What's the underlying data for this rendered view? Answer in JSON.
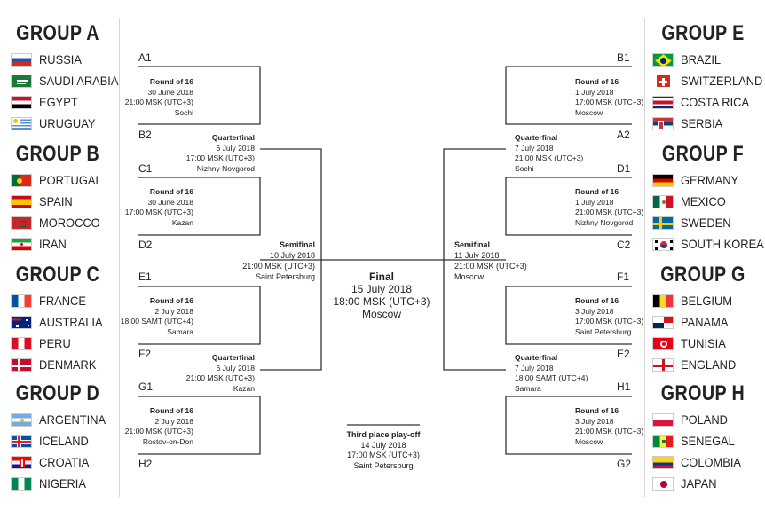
{
  "groups": {
    "a": {
      "title": "GROUP A",
      "teams": [
        "RUSSIA",
        "SAUDI ARABIA",
        "EGYPT",
        "URUGUAY"
      ]
    },
    "b": {
      "title": "GROUP B",
      "teams": [
        "PORTUGAL",
        "SPAIN",
        "MOROCCO",
        "IRAN"
      ]
    },
    "c": {
      "title": "GROUP C",
      "teams": [
        "FRANCE",
        "AUSTRALIA",
        "PERU",
        "DENMARK"
      ]
    },
    "d": {
      "title": "GROUP D",
      "teams": [
        "ARGENTINA",
        "ICELAND",
        "CROATIA",
        "NIGERIA"
      ]
    },
    "e": {
      "title": "GROUP E",
      "teams": [
        "BRAZIL",
        "SWITZERLAND",
        "COSTA RICA",
        "SERBIA"
      ]
    },
    "f": {
      "title": "GROUP F",
      "teams": [
        "GERMANY",
        "MEXICO",
        "SWEDEN",
        "SOUTH KOREA"
      ]
    },
    "g": {
      "title": "GROUP G",
      "teams": [
        "BELGIUM",
        "PANAMA",
        "TUNISIA",
        "ENGLAND"
      ]
    },
    "h": {
      "title": "GROUP H",
      "teams": [
        "POLAND",
        "SENEGAL",
        "COLOMBIA",
        "JAPAN"
      ]
    }
  },
  "slots": {
    "left": [
      "A1",
      "B2",
      "C1",
      "D2",
      "E1",
      "F2",
      "G1",
      "H2"
    ],
    "right": [
      "B1",
      "A2",
      "D1",
      "C2",
      "F1",
      "E2",
      "H1",
      "G2"
    ]
  },
  "matches": {
    "r16_l1": {
      "title": "Round of 16",
      "date": "30 June 2018",
      "time": "21:00 MSK (UTC+3)",
      "venue": "Sochi"
    },
    "r16_l2": {
      "title": "Round of 16",
      "date": "30 June 2018",
      "time": "17:00 MSK (UTC+3)",
      "venue": "Kazan"
    },
    "r16_l3": {
      "title": "Round of 16",
      "date": "2 July 2018",
      "time": "18:00 SAMT (UTC+4)",
      "venue": "Samara"
    },
    "r16_l4": {
      "title": "Round of 16",
      "date": "2 July 2018",
      "time": "21:00 MSK (UTC+3)",
      "venue": "Rostov-on-Don"
    },
    "r16_r1": {
      "title": "Round of 16",
      "date": "1 July 2018",
      "time": "17:00 MSK (UTC+3)",
      "venue": "Moscow"
    },
    "r16_r2": {
      "title": "Round of 16",
      "date": "1 July 2018",
      "time": "21:00 MSK (UTC+3)",
      "venue": "Nizhny Novgorod"
    },
    "r16_r3": {
      "title": "Round of 16",
      "date": "3 July 2018",
      "time": "17:00 MSK (UTC+3)",
      "venue": "Saint Petersburg"
    },
    "r16_r4": {
      "title": "Round of 16",
      "date": "3 July 2018",
      "time": "21:00 MSK (UTC+3)",
      "venue": "Moscow"
    },
    "qf_l1": {
      "title": "Quarterfinal",
      "date": "6 July 2018",
      "time": "17:00 MSK (UTC+3)",
      "venue": "Nizhny Novgorod"
    },
    "qf_l2": {
      "title": "Quarterfinal",
      "date": "6 July 2018",
      "time": "21:00 MSK (UTC+3)",
      "venue": "Kazan"
    },
    "qf_r1": {
      "title": "Quarterfinal",
      "date": "7 July 2018",
      "time": "21:00 MSK (UTC+3)",
      "venue": "Sochi"
    },
    "qf_r2": {
      "title": "Quarterfinal",
      "date": "7 July 2018",
      "time": "18:00 SAMT (UTC+4)",
      "venue": "Samara"
    },
    "sf_l": {
      "title": "Semifinal",
      "date": "10 July 2018",
      "time": "21:00 MSK (UTC+3)",
      "venue": "Saint Petersburg"
    },
    "sf_r": {
      "title": "Semifinal",
      "date": "11 July 2018",
      "time": "21:00 MSK (UTC+3)",
      "venue": "Moscow"
    },
    "final": {
      "title": "Final",
      "date": "15 July 2018",
      "time": "18:00 MSK (UTC+3)",
      "venue": "Moscow"
    },
    "third": {
      "title": "Third place play-off",
      "date": "14 July 2018",
      "time": "17:00 MSK (UTC+3)",
      "venue": "Saint Petersburg"
    }
  },
  "flag_icons": {
    "a": [
      "russia-flag-icon",
      "saudi-arabia-flag-icon",
      "egypt-flag-icon",
      "uruguay-flag-icon"
    ],
    "b": [
      "portugal-flag-icon",
      "spain-flag-icon",
      "morocco-flag-icon",
      "iran-flag-icon"
    ],
    "c": [
      "france-flag-icon",
      "australia-flag-icon",
      "peru-flag-icon",
      "denmark-flag-icon"
    ],
    "d": [
      "argentina-flag-icon",
      "iceland-flag-icon",
      "croatia-flag-icon",
      "nigeria-flag-icon"
    ],
    "e": [
      "brazil-flag-icon",
      "switzerland-flag-icon",
      "costa-rica-flag-icon",
      "serbia-flag-icon"
    ],
    "f": [
      "germany-flag-icon",
      "mexico-flag-icon",
      "sweden-flag-icon",
      "south-korea-flag-icon"
    ],
    "g": [
      "belgium-flag-icon",
      "panama-flag-icon",
      "tunisia-flag-icon",
      "england-flag-icon"
    ],
    "h": [
      "poland-flag-icon",
      "senegal-flag-icon",
      "colombia-flag-icon",
      "japan-flag-icon"
    ]
  },
  "colors": {
    "bracket_line": "#333333",
    "divider": "#d6d6d6",
    "text": "#222222"
  }
}
